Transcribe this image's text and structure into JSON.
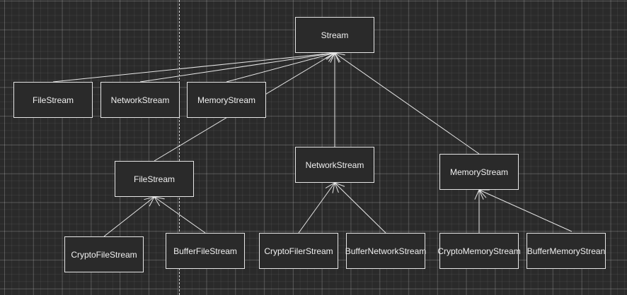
{
  "nodes": [
    {
      "id": "stream",
      "label": "Stream"
    },
    {
      "id": "filestream-l1",
      "label": "FileStream"
    },
    {
      "id": "networkstream-l1",
      "label": "NetworkStream"
    },
    {
      "id": "memorystream-l1",
      "label": "MemoryStream"
    },
    {
      "id": "filestream-l2",
      "label": "FileStream"
    },
    {
      "id": "networkstream-l2",
      "label": "NetworkStream"
    },
    {
      "id": "memorystream-l2",
      "label": "MemoryStream"
    },
    {
      "id": "cryptofilestream",
      "label": "CryptoFileStream"
    },
    {
      "id": "bufferfilestream",
      "label": "BufferFileStream"
    },
    {
      "id": "cryptofilerstream",
      "label": "CryptoFilerStream"
    },
    {
      "id": "buffernetworkstream",
      "label": "BufferNetworkStream"
    },
    {
      "id": "cryptomemorystream",
      "label": "CryptoMemoryStream"
    },
    {
      "id": "buffermemorystream",
      "label": "BufferMemoryStrean"
    }
  ],
  "edges": [
    {
      "from": "filestream-l1",
      "to": "stream"
    },
    {
      "from": "networkstream-l1",
      "to": "stream"
    },
    {
      "from": "memorystream-l1",
      "to": "stream"
    },
    {
      "from": "filestream-l2",
      "to": "stream"
    },
    {
      "from": "networkstream-l2",
      "to": "stream"
    },
    {
      "from": "memorystream-l2",
      "to": "stream"
    },
    {
      "from": "cryptofilestream",
      "to": "filestream-l2"
    },
    {
      "from": "bufferfilestream",
      "to": "filestream-l2"
    },
    {
      "from": "cryptofilerstream",
      "to": "networkstream-l2"
    },
    {
      "from": "buffernetworkstream",
      "to": "networkstream-l2"
    },
    {
      "from": "cryptomemorystream",
      "to": "memorystream-l2"
    },
    {
      "from": "buffermemorystream",
      "to": "memorystream-l2"
    }
  ],
  "colors": {
    "background": "#2a2a2a",
    "stroke": "#e6e6e6",
    "text": "#f0f0f0"
  }
}
